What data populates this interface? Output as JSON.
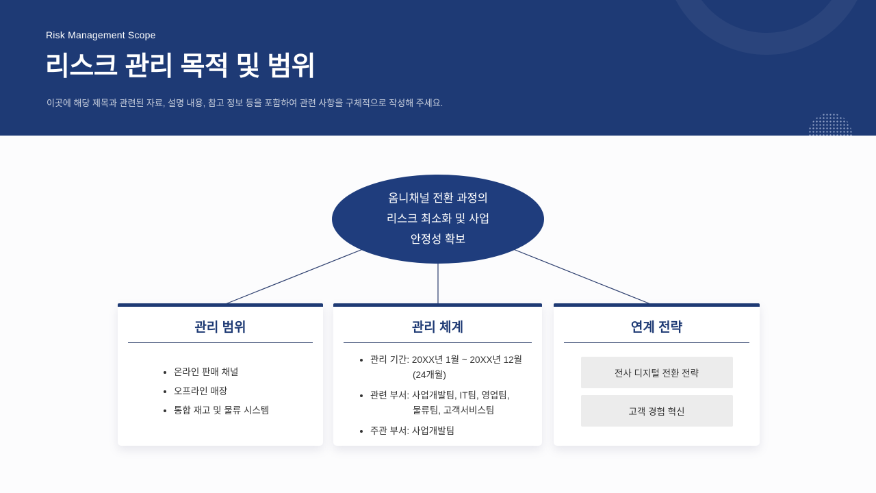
{
  "colors": {
    "header_bg": "#1e3a75",
    "accent_navy": "#1e3a74",
    "ellipse_bg": "#1f3d7d",
    "chip_bg": "#ececec",
    "body_bg": "#fcfcfd",
    "text_dark": "#333333"
  },
  "header": {
    "eyebrow": "Risk Management Scope",
    "title": "리스크 관리 목적 및 범위",
    "subtitle": "이곳에 해당 제목과 관련된 자료, 설명 내용, 참고 정보 등을 포함하여 관련 사항을 구체적으로 작성해 주세요."
  },
  "diagram": {
    "goal": "옴니채널 전환 과정의\n리스크 최소화 및 사업\n안정성 확보",
    "cards": [
      {
        "title": "관리 범위",
        "items": [
          "온라인 판매 채널",
          "오프라인 매장",
          "통합 재고 및 물류 시스템"
        ]
      },
      {
        "title": "관리 체계",
        "items": [
          {
            "l1": "관리 기간: 20XX년 1월 ~ 20XX년 12월",
            "l2": "(24개월)"
          },
          {
            "l1": "관련 부서: 사업개발팀, IT팀, 영업팀,",
            "l2": "물류팀, 고객서비스팀"
          },
          {
            "l1": "주관 부서: 사업개발팀"
          }
        ]
      },
      {
        "title": "연계 전략",
        "boxes": [
          "전사 디지털 전환 전략",
          "고객 경험 혁신"
        ]
      }
    ]
  }
}
